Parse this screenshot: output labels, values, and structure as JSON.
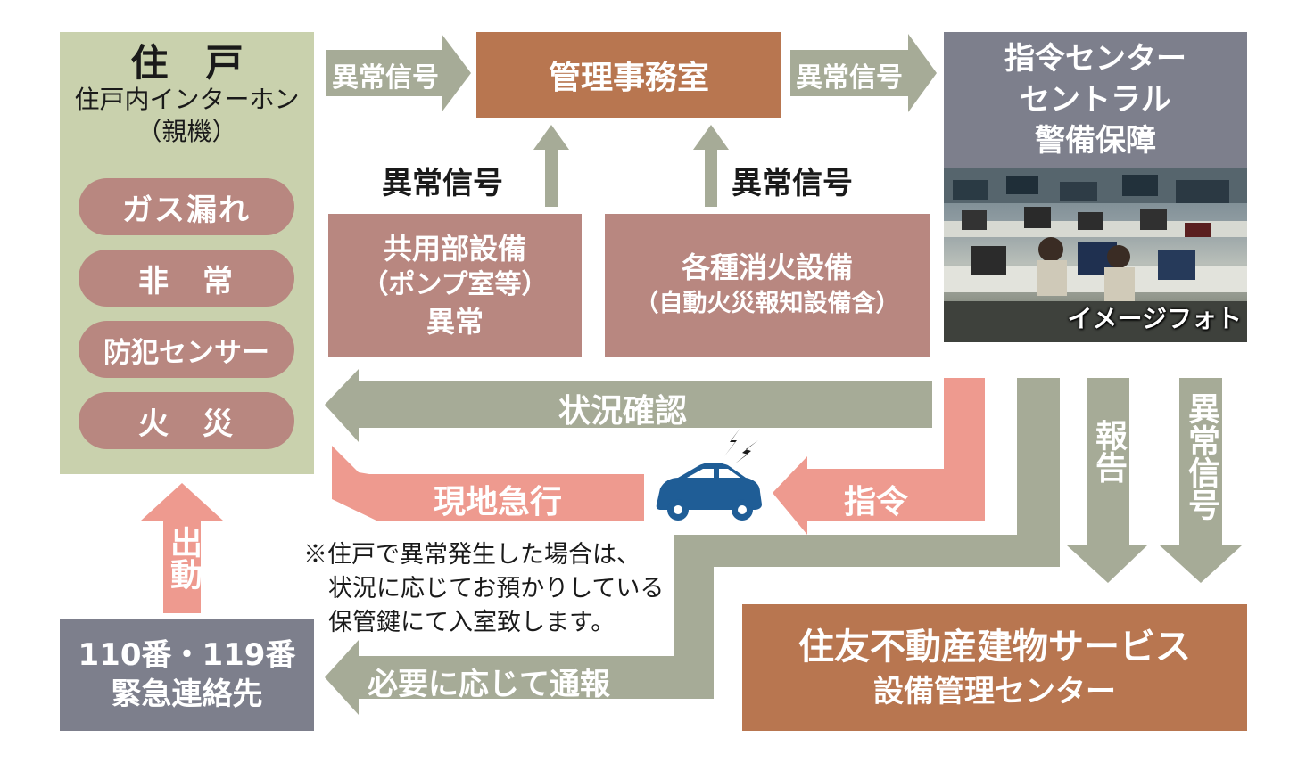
{
  "residence": {
    "title": "住　戸",
    "subtitle": "住戸内インターホン",
    "subtitle2": "（親機）",
    "items": [
      "ガス漏れ",
      "非　常",
      "防犯センサー",
      "火　災"
    ]
  },
  "office": {
    "label": "管理事務室"
  },
  "common_equipment": {
    "line1": "共用部設備",
    "line2": "（ポンプ室等）",
    "line3": "異常"
  },
  "fire_equipment": {
    "line1": "各種消火設備",
    "line2": "（自動火災報知設備含）"
  },
  "command_center": {
    "line1": "指令センター",
    "line2": "セントラル",
    "line3": "警備保障"
  },
  "photo": {
    "caption": "イメージフォト"
  },
  "emergency": {
    "line1": "110番・119番",
    "line2": "緊急連絡先"
  },
  "service": {
    "line1": "住友不動産建物サービス",
    "line2": "設備管理センター"
  },
  "arrows": {
    "signal_to_office": "異常信号",
    "signal_to_center": "異常信号",
    "signal_from_common": "異常信号",
    "signal_from_fire": "異常信号",
    "status_check": "状況確認",
    "rush": "現地急行",
    "command": "指令",
    "dispatch": "出動",
    "report": "報告",
    "signal_down": "異常信号",
    "notify": "必要に応じて通報"
  },
  "note": {
    "line1": "※住戸で異常発生した場合は、",
    "line2": "状況に応じてお預かりしている",
    "line3": "保管鍵にて入室致します。"
  },
  "colors": {
    "green": "#c9d1ad",
    "brown": "#b87650",
    "mauve": "#b88780",
    "slate": "#7d7f8c",
    "arrow_gray": "#a6ab97",
    "arrow_pink": "#ee9a8f",
    "car": "#1f5d96"
  },
  "icons": [
    "car-icon",
    "alert-signal-icon",
    "control-room-photo"
  ]
}
